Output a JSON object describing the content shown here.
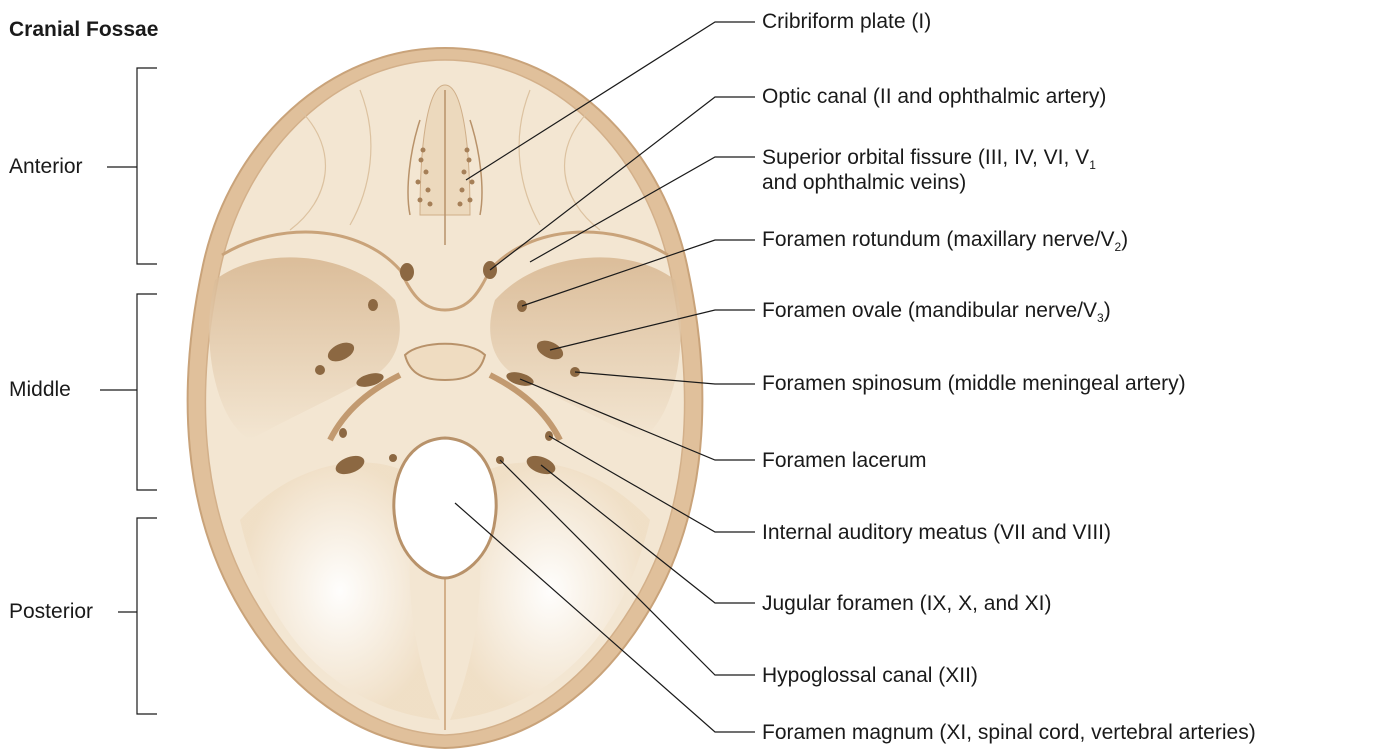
{
  "title": "Cranial Fossae",
  "fossae": [
    {
      "name": "Anterior"
    },
    {
      "name": "Middle"
    },
    {
      "name": "Posterior"
    }
  ],
  "labels": [
    {
      "text": "Cribriform plate (I)"
    },
    {
      "text": "Optic canal (II and ophthalmic artery)"
    },
    {
      "text": "Superior orbital fissure (III, IV, VI, V",
      "sub": "1",
      "line2": "and ophthalmic veins)"
    },
    {
      "text": "Foramen rotundum (maxillary nerve/V",
      "sub": "2",
      "after": ")"
    },
    {
      "text": "Foramen ovale (mandibular nerve/V",
      "sub": "3",
      "after": ")"
    },
    {
      "text": "Foramen spinosum (middle meningeal artery)"
    },
    {
      "text": "Foramen lacerum"
    },
    {
      "text": "Internal auditory meatus (VII and VIII)"
    },
    {
      "text": "Jugular foramen (IX, X, and XI)"
    },
    {
      "text": "Hypoglossal canal (XII)"
    },
    {
      "text": "Foramen magnum (XI, spinal cord, vertebral arteries)"
    }
  ],
  "colors": {
    "bone": "#f3e6d2",
    "bone_rim": "#d9b48c",
    "shadow": "#c8a680",
    "foramen": "#8c6842",
    "line": "#1a1a1a"
  }
}
